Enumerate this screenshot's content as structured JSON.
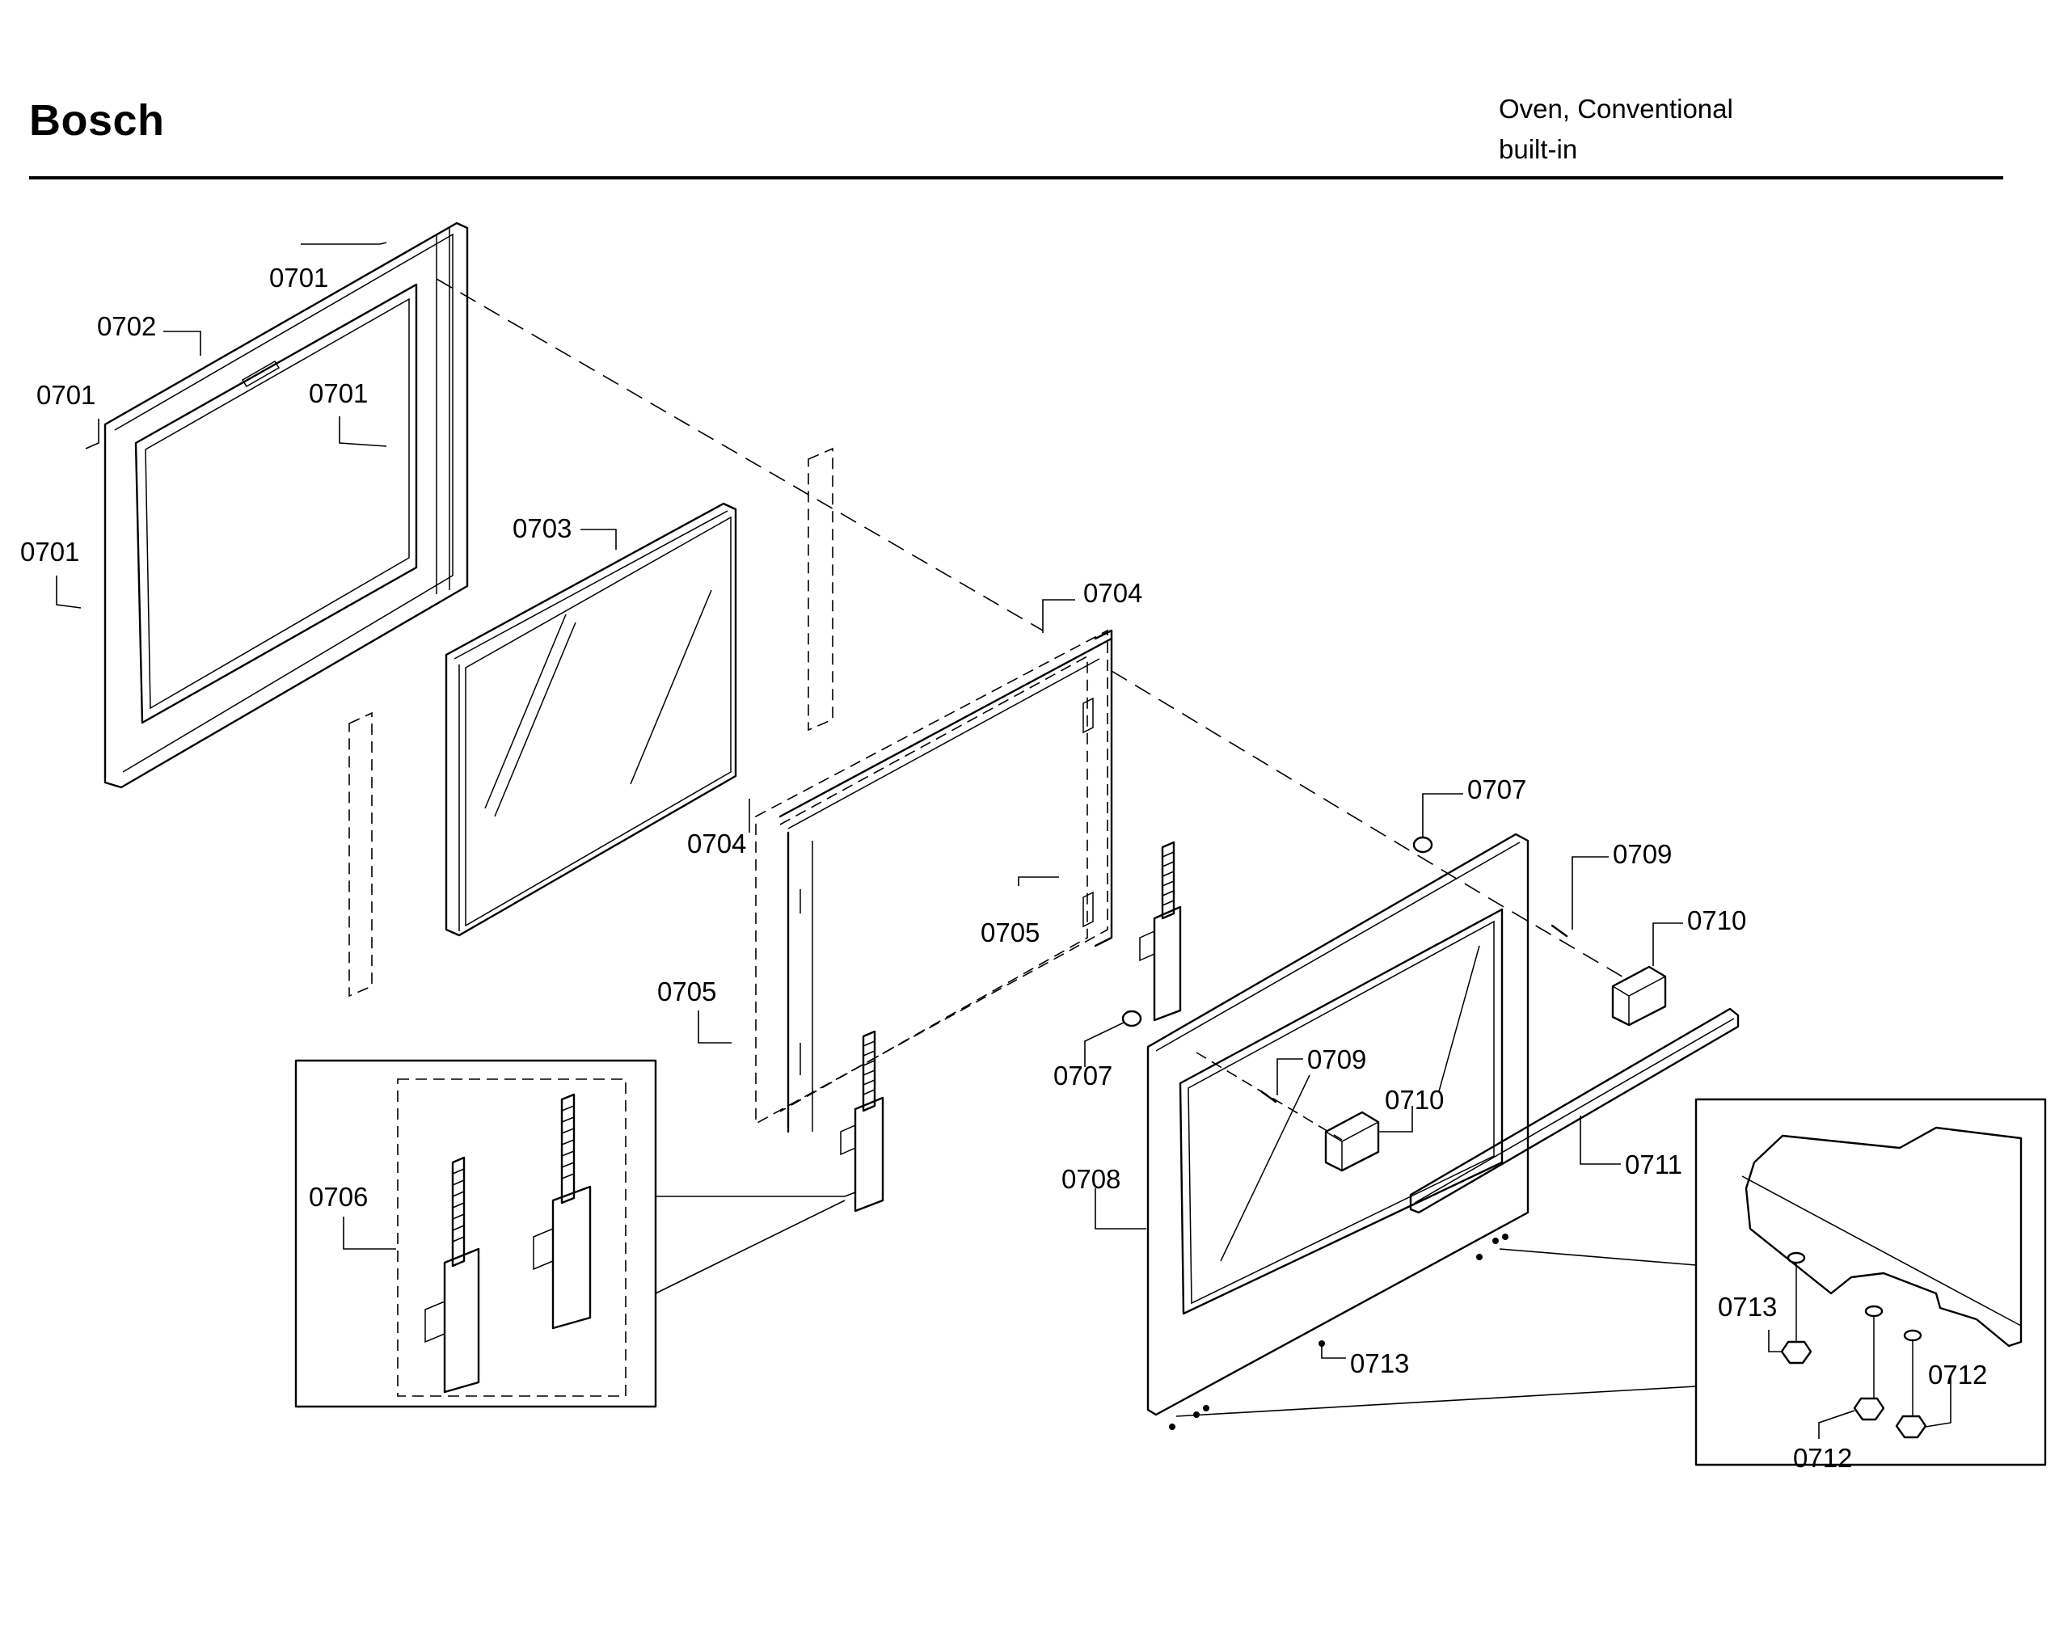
{
  "header": {
    "brand": "Bosch",
    "product_line1": "Oven, Conventional",
    "product_line2": "built-in"
  },
  "callouts": [
    "0701",
    "0702",
    "0701",
    "0701",
    "0701",
    "0703",
    "0704",
    "0704",
    "0705",
    "0705",
    "0706",
    "0707",
    "0707",
    "0708",
    "0709",
    "0709",
    "0710",
    "0710",
    "0711",
    "0713",
    "0713",
    "0712",
    "0712"
  ]
}
